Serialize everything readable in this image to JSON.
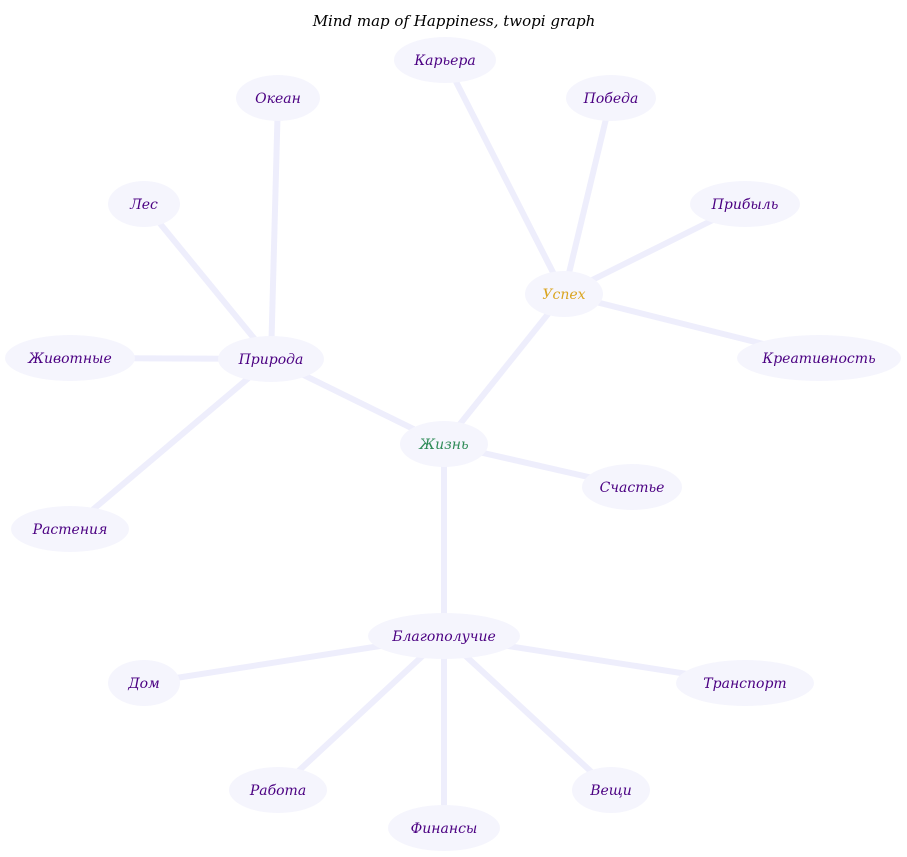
{
  "title": "Mind map of Happiness, twopi graph",
  "colors": {
    "node_fill": "#f5f5fd",
    "edge": "#eeeefc",
    "root_text": "#2e8b57",
    "hub_success_text": "#daa520",
    "default_text": "#4b0082"
  },
  "nodes": [
    {
      "id": "life",
      "label": "Жизнь",
      "color": "#2e8b57"
    },
    {
      "id": "success",
      "label": "Успех",
      "color": "#daa520"
    },
    {
      "id": "nature",
      "label": "Природа",
      "color": "#4b0082"
    },
    {
      "id": "wellbeing",
      "label": "Благополучие",
      "color": "#4b0082"
    },
    {
      "id": "happiness",
      "label": "Счастье",
      "color": "#4b0082"
    },
    {
      "id": "career",
      "label": "Карьера",
      "color": "#4b0082"
    },
    {
      "id": "victory",
      "label": "Победа",
      "color": "#4b0082"
    },
    {
      "id": "profit",
      "label": "Прибыль",
      "color": "#4b0082"
    },
    {
      "id": "creativity",
      "label": "Креативность",
      "color": "#4b0082"
    },
    {
      "id": "ocean",
      "label": "Океан",
      "color": "#4b0082"
    },
    {
      "id": "forest",
      "label": "Лес",
      "color": "#4b0082"
    },
    {
      "id": "animals",
      "label": "Животные",
      "color": "#4b0082"
    },
    {
      "id": "plants",
      "label": "Растения",
      "color": "#4b0082"
    },
    {
      "id": "home",
      "label": "Дом",
      "color": "#4b0082"
    },
    {
      "id": "work",
      "label": "Работа",
      "color": "#4b0082"
    },
    {
      "id": "finance",
      "label": "Финансы",
      "color": "#4b0082"
    },
    {
      "id": "things",
      "label": "Вещи",
      "color": "#4b0082"
    },
    {
      "id": "transport",
      "label": "Транспорт",
      "color": "#4b0082"
    }
  ],
  "edges": [
    [
      "life",
      "success"
    ],
    [
      "life",
      "nature"
    ],
    [
      "life",
      "wellbeing"
    ],
    [
      "life",
      "happiness"
    ],
    [
      "success",
      "career"
    ],
    [
      "success",
      "victory"
    ],
    [
      "success",
      "profit"
    ],
    [
      "success",
      "creativity"
    ],
    [
      "nature",
      "ocean"
    ],
    [
      "nature",
      "forest"
    ],
    [
      "nature",
      "animals"
    ],
    [
      "nature",
      "plants"
    ],
    [
      "wellbeing",
      "home"
    ],
    [
      "wellbeing",
      "work"
    ],
    [
      "wellbeing",
      "finance"
    ],
    [
      "wellbeing",
      "things"
    ],
    [
      "wellbeing",
      "transport"
    ]
  ]
}
